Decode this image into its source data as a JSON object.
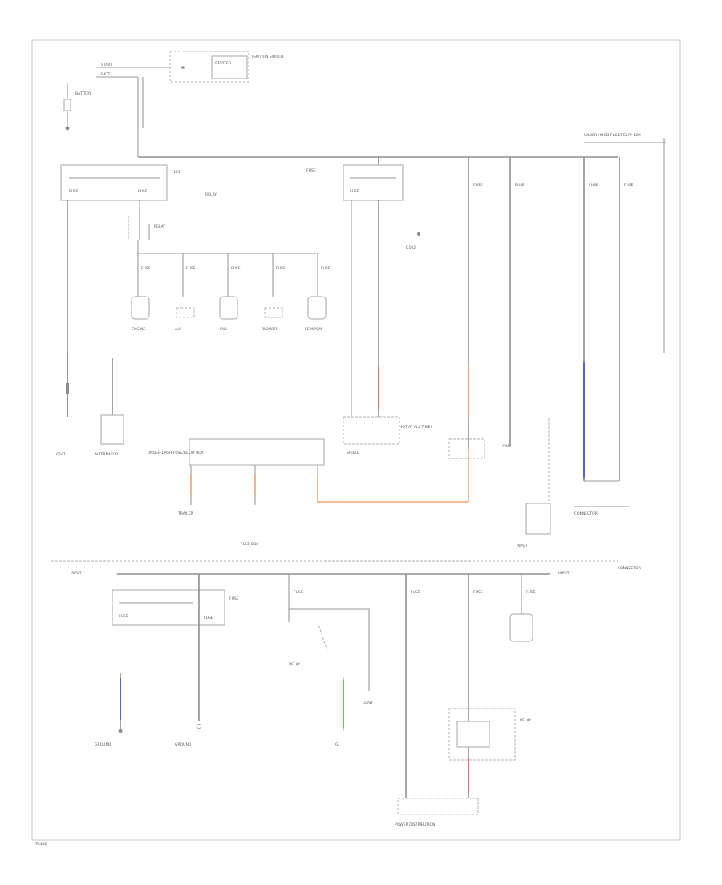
{
  "diagram": {
    "footer_code": "TA4N0",
    "colors": {
      "wire": "#8f8f8f",
      "orange": "#f2a36b",
      "red": "#e06565",
      "blue": "#4b5bd6",
      "green": "#3fd23f"
    },
    "labels": {
      "ignition_switch": "IGNITION SWITCH",
      "starter": "STARTER",
      "start_label": "START",
      "batt_label": "BATT",
      "battery": "BATTERY",
      "under_hood_note": "UNDER-HOOD FUSE/RELAY BOX",
      "fuse_left": "FUSE",
      "fuse_left2": "FUSE",
      "fuse_block_mid": "FUSE",
      "fuse_block_mid2": "FUSE",
      "relay_a": "RELAY",
      "relay_b": "RELAY",
      "fuse_1": "FUSE",
      "fuse_2": "FUSE",
      "fuse_3": "FUSE",
      "fuse_4": "FUSE",
      "fuse_5": "FUSE",
      "load_1": "ENGINE",
      "load_2": "A/C",
      "load_3": "FAN",
      "load_4": "BLOWER",
      "load_5": "ECM/PCM",
      "ground_left": "G101",
      "ground_2": "G102",
      "alternator": "ALTERNATOR",
      "under_dash_label": "UNDER-DASH FUSE/RELAY BOX",
      "trailer": "TRAILER",
      "mid_box": "SHIELD",
      "right_connector": "CONNECTOR",
      "right_load": "LOAD",
      "right_note": "HOT AT ALL TIMES",
      "lower_left_label": "INPUT",
      "lower_right_label": "INPUT",
      "lower_fuse": "FUSE",
      "lower_relay": "RELAY",
      "lower_g1": "GROUND",
      "lower_g2": "GROUND",
      "lower_g3": "G",
      "lower_load": "LOAD",
      "lower_box": "FUSE BOX",
      "bottom_box": "POWER DISTRIBUTION",
      "right_side_note": "CONNECTOR",
      "fuse_right_1": "FUSE",
      "fuse_right_2": "FUSE",
      "fuse_right_3": "FUSE",
      "fuse_right_4": "FUSE",
      "lower_fuse_1": "FUSE",
      "lower_fuse_2": "FUSE",
      "lower_fuse_3": "FUSE",
      "lower_fuse_4": "FUSE"
    }
  }
}
